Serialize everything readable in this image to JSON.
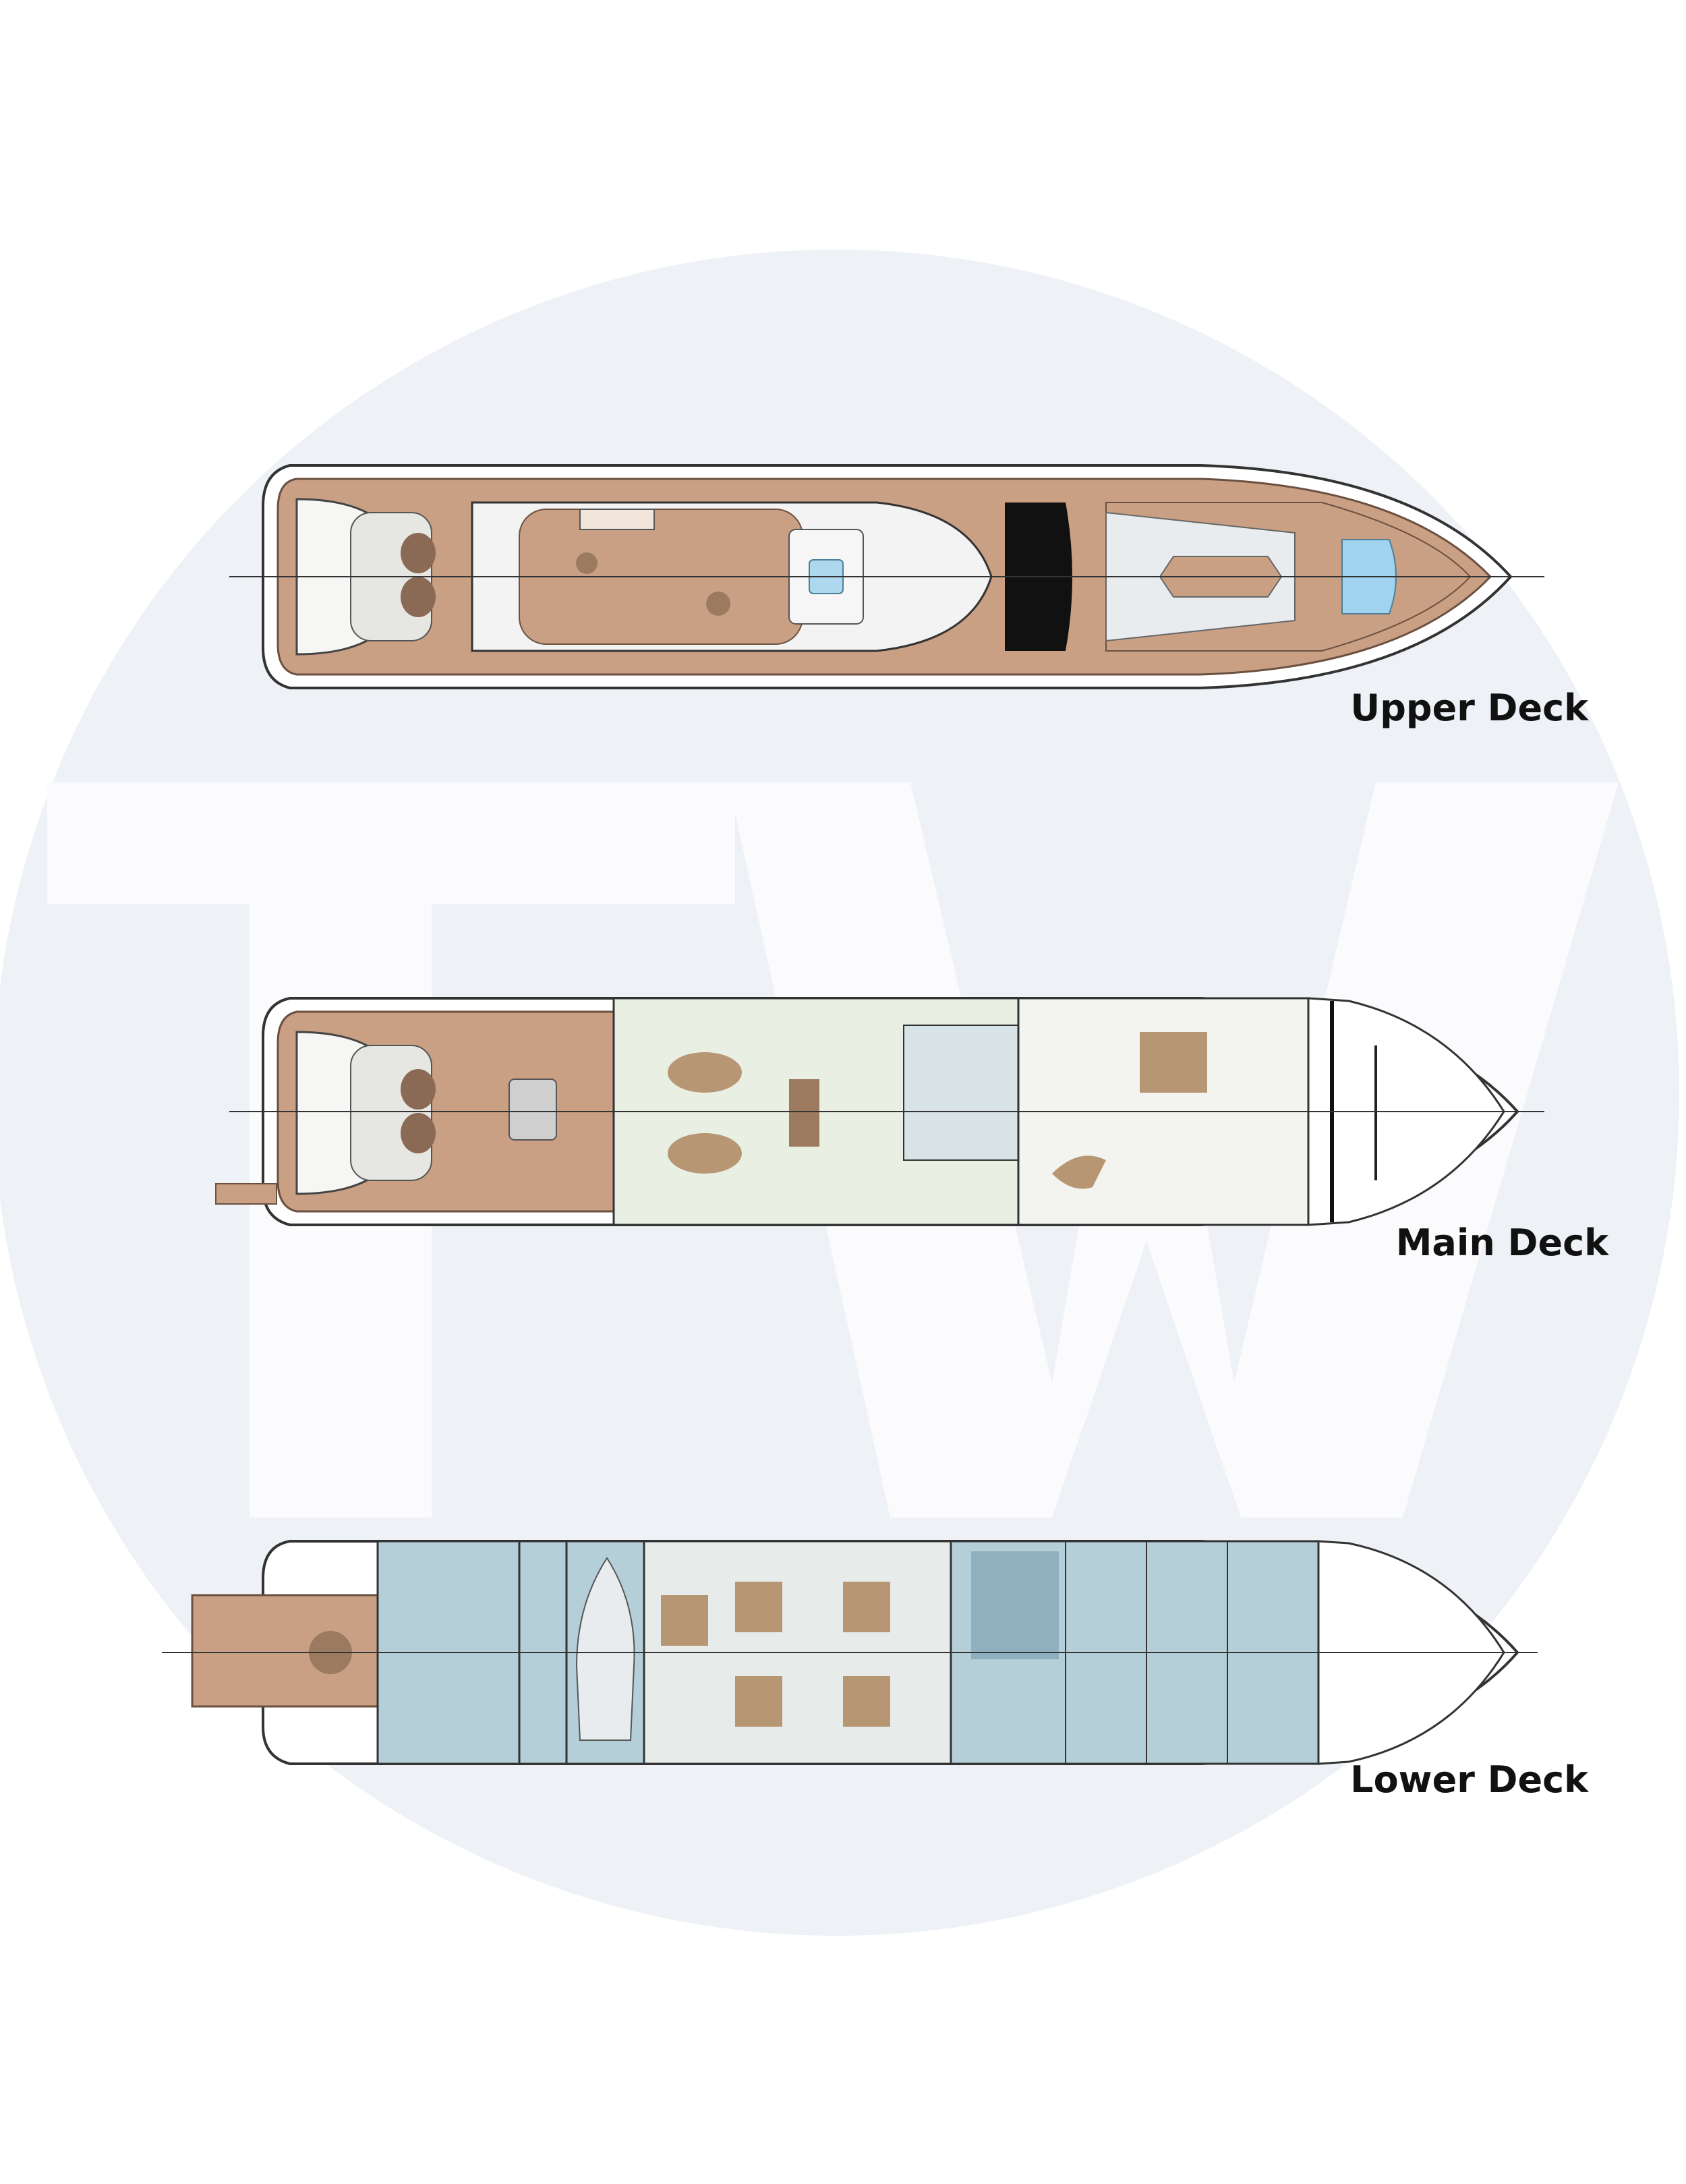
{
  "watermark": {
    "text": "TW",
    "circle_color": "#eef1f6",
    "letter_color": "#fbfbfd"
  },
  "decks": [
    {
      "id": "upper",
      "label": "Upper Deck"
    },
    {
      "id": "main",
      "label": "Main Deck"
    },
    {
      "id": "lower",
      "label": "Lower Deck"
    }
  ],
  "colors": {
    "teak": "#c9a084",
    "teak_dark": "#a98064",
    "interior": "#eaefe4",
    "lower_blue": "#b5cfd9",
    "guest_cabins": "#e7ebea",
    "pool": "#aed8ee",
    "outline": "#333333"
  }
}
